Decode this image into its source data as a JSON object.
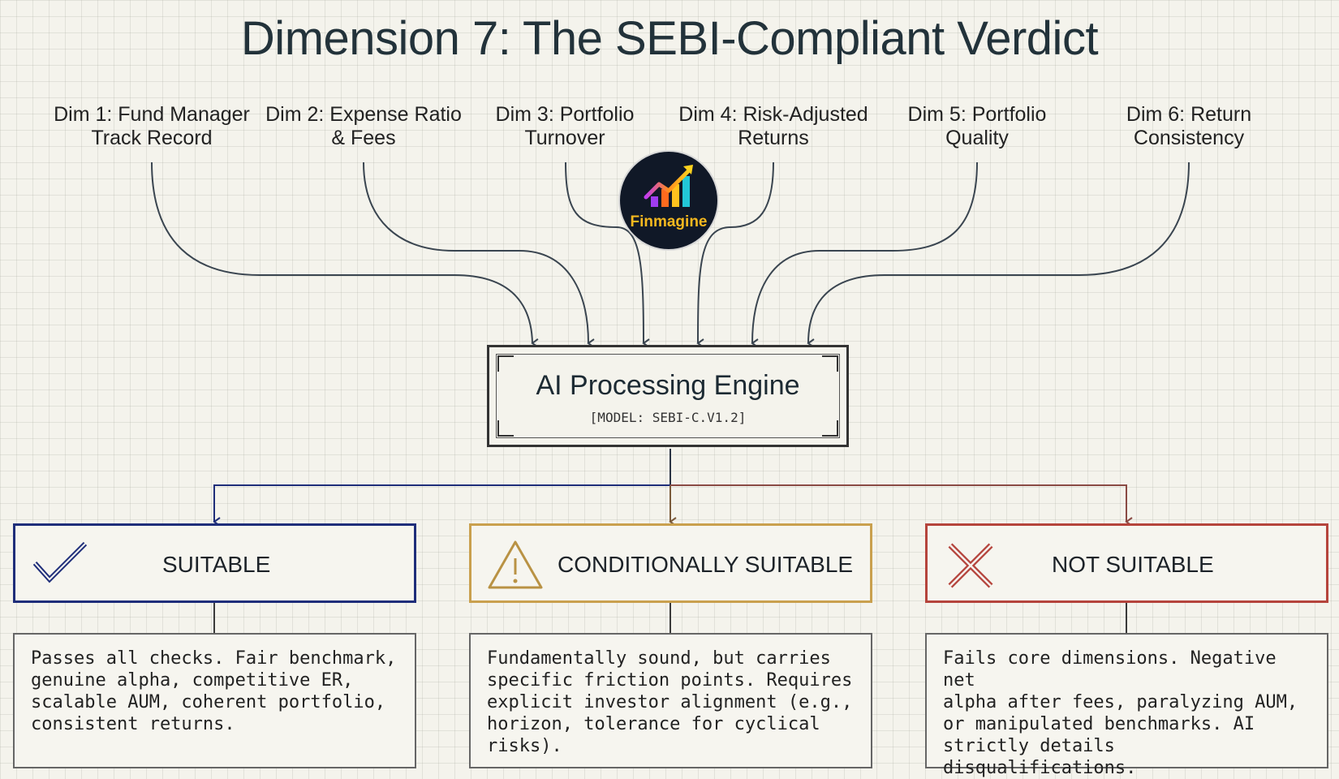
{
  "title": "Dimension 7: The SEBI-Compliant Verdict",
  "dimensions": [
    {
      "label": "Dim 1: Fund Manager Track Record"
    },
    {
      "label": "Dim 2: Expense Ratio & Fees"
    },
    {
      "label": "Dim 3: Portfolio Turnover"
    },
    {
      "label": "Dim 4: Risk-Adjusted Returns"
    },
    {
      "label": "Dim 5: Portfolio Quality"
    },
    {
      "label": "Dim 6: Return Consistency"
    }
  ],
  "logo": {
    "text": "Finmagine",
    "icon": "rising-bar-chart-icon"
  },
  "engine": {
    "title": "AI Processing Engine",
    "model": "[MODEL: SEBI-C.V1.2]"
  },
  "verdicts": [
    {
      "label": "SUITABLE",
      "icon": "check-icon",
      "color": "#1f2e7a",
      "description": "Passes all checks. Fair benchmark,\ngenuine alpha, competitive ER,\nscalable AUM, coherent portfolio,\nconsistent returns."
    },
    {
      "label": "CONDITIONALLY SUITABLE",
      "icon": "warning-icon",
      "color": "#c9a04e",
      "description": "Fundamentally sound, but carries\nspecific friction points. Requires\nexplicit investor alignment (e.g.,\nhorizon, tolerance for cyclical\nrisks)."
    },
    {
      "label": "NOT SUITABLE",
      "icon": "cross-icon",
      "color": "#b5443c",
      "description": "Fails core dimensions. Negative net\nalpha after fees, paralyzing AUM,\nor manipulated benchmarks. AI\nstrictly details\ndisqualifications."
    }
  ]
}
